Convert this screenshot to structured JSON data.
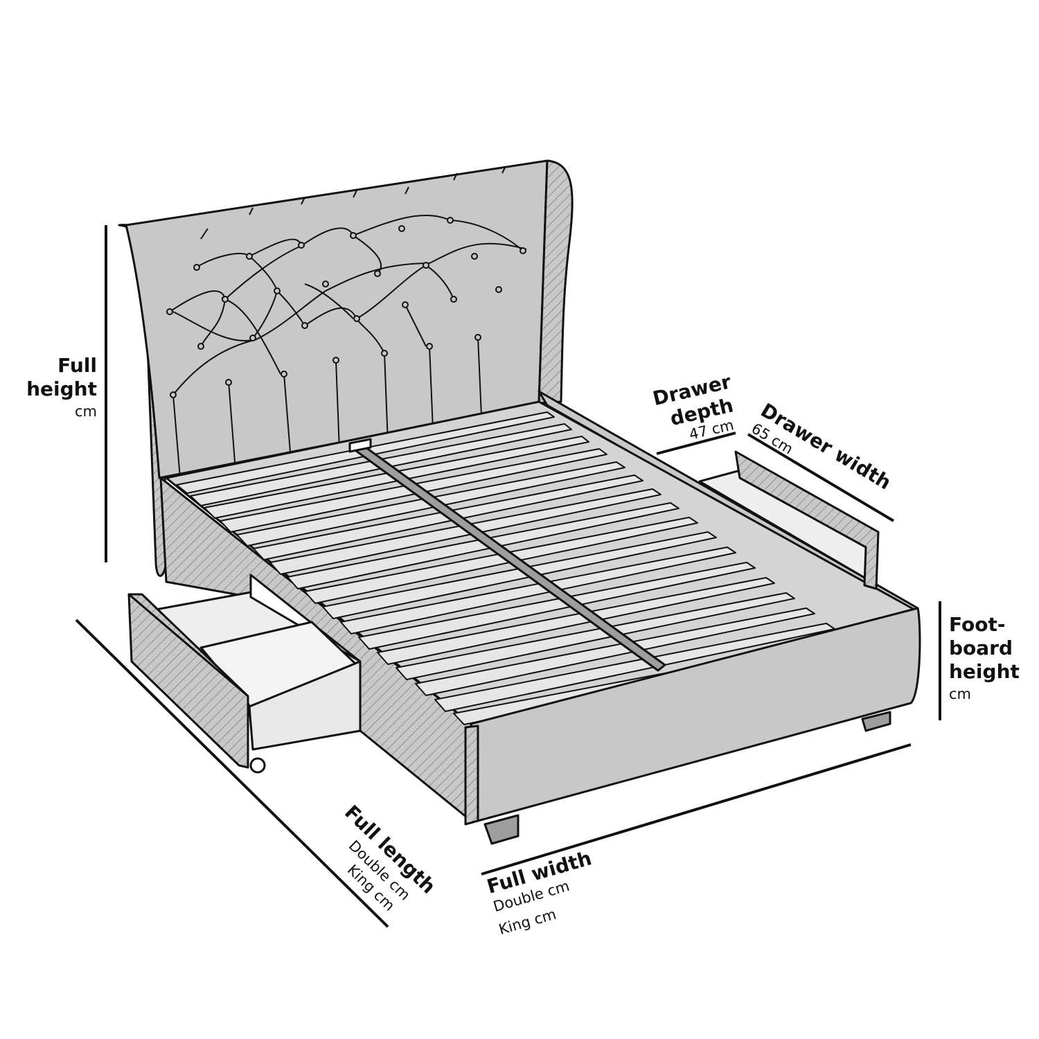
{
  "colors": {
    "fabric": "#c8c8c8",
    "fabric_dark": "#9e9e9e",
    "slat": "#e6e6e6",
    "drawer_inner": "#eeeeee",
    "line": "#111111",
    "background": "#ffffff"
  },
  "labels": {
    "full_height": {
      "line1": "Full",
      "line2": "height",
      "unit": "cm"
    },
    "drawer_depth": {
      "line1": "Drawer",
      "line2": "depth",
      "value": "47 cm"
    },
    "drawer_width": {
      "title": "Drawer width",
      "value": "65 cm"
    },
    "footboard_height": {
      "line1": "Foot-",
      "line2": "board",
      "line3": "height",
      "unit": "cm"
    },
    "full_length": {
      "title": "Full length",
      "double": "Double cm",
      "king": "King  cm"
    },
    "full_width": {
      "title": "Full width",
      "double": "Double  cm",
      "king": "King  cm"
    }
  }
}
